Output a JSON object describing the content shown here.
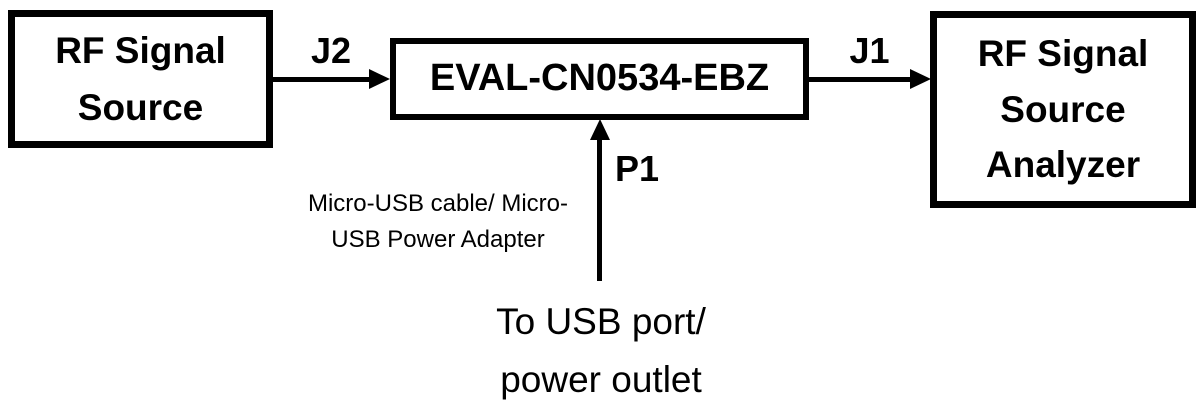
{
  "diagram": {
    "background_color": "#ffffff",
    "line_color": "#000000",
    "boxes": {
      "rf_signal_source": {
        "lines": [
          "RF Signal",
          "Source"
        ]
      },
      "eval_board": {
        "lines": [
          "EVAL-CN0534-EBZ"
        ]
      },
      "rf_signal_source_analyzer": {
        "lines": [
          "RF Signal",
          "Source",
          "Analyzer"
        ]
      }
    },
    "connectors": {
      "j2": {
        "label": "J2"
      },
      "j1": {
        "label": "J1"
      },
      "p1": {
        "label": "P1"
      }
    },
    "annotations": {
      "usb_cable": {
        "lines": [
          "Micro-USB cable/ Micro-",
          "USB Power Adapter"
        ]
      },
      "usb_destination": {
        "lines": [
          "To USB port/",
          "power outlet"
        ]
      }
    }
  }
}
